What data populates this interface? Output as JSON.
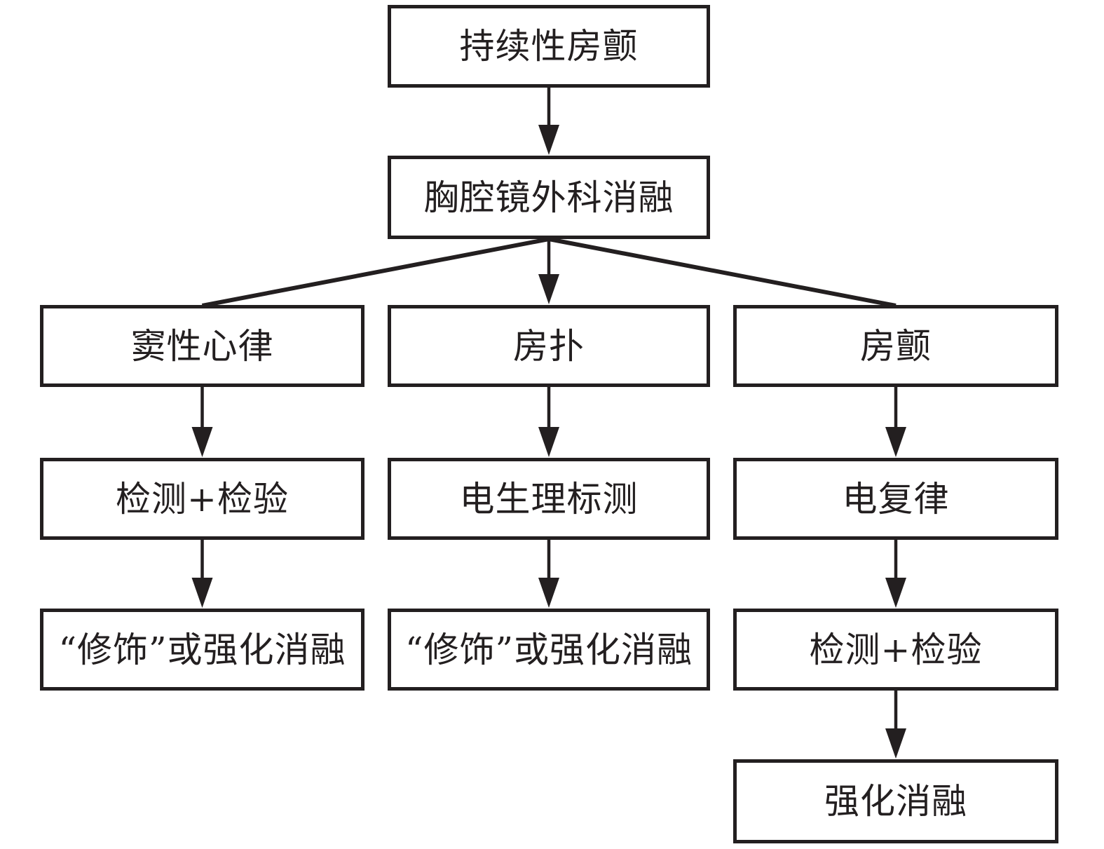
{
  "diagram": {
    "title_hint": "持续性房颤胸腔镜外科消融流程图",
    "colors": {
      "line": "#231f20",
      "text": "#231f20",
      "background": "#ffffff"
    },
    "nodes": {
      "persistent_af": {
        "label": "持续性房颤"
      },
      "thoracoscopic_ablation": {
        "label": "胸腔镜外科消融"
      },
      "sinus_rhythm": {
        "label": "窦性心律"
      },
      "atrial_flutter": {
        "label": "房扑"
      },
      "atrial_fibrillation": {
        "label": "房颤"
      },
      "detect_verify_left": {
        "label": "检测+检验"
      },
      "ep_mapping": {
        "label": "电生理标测"
      },
      "cardioversion": {
        "label": "电复律"
      },
      "modify_or_enhanced_left": {
        "label": "“修饰”或强化消融"
      },
      "modify_or_enhanced_mid": {
        "label": "“修饰”或强化消融"
      },
      "detect_verify_right": {
        "label": "检测+检验"
      },
      "enhanced_ablation": {
        "label": "强化消融"
      }
    },
    "edges": [
      {
        "from": "persistent_af",
        "to": "thoracoscopic_ablation",
        "arrowhead": true
      },
      {
        "from": "thoracoscopic_ablation",
        "to": "sinus_rhythm",
        "arrowhead": false
      },
      {
        "from": "thoracoscopic_ablation",
        "to": "atrial_flutter",
        "arrowhead": true
      },
      {
        "from": "thoracoscopic_ablation",
        "to": "atrial_fibrillation",
        "arrowhead": false
      },
      {
        "from": "sinus_rhythm",
        "to": "detect_verify_left",
        "arrowhead": true
      },
      {
        "from": "atrial_flutter",
        "to": "ep_mapping",
        "arrowhead": true
      },
      {
        "from": "atrial_fibrillation",
        "to": "cardioversion",
        "arrowhead": true
      },
      {
        "from": "detect_verify_left",
        "to": "modify_or_enhanced_left",
        "arrowhead": true
      },
      {
        "from": "ep_mapping",
        "to": "modify_or_enhanced_mid",
        "arrowhead": true
      },
      {
        "from": "cardioversion",
        "to": "detect_verify_right",
        "arrowhead": true
      },
      {
        "from": "detect_verify_right",
        "to": "enhanced_ablation",
        "arrowhead": true
      }
    ]
  }
}
